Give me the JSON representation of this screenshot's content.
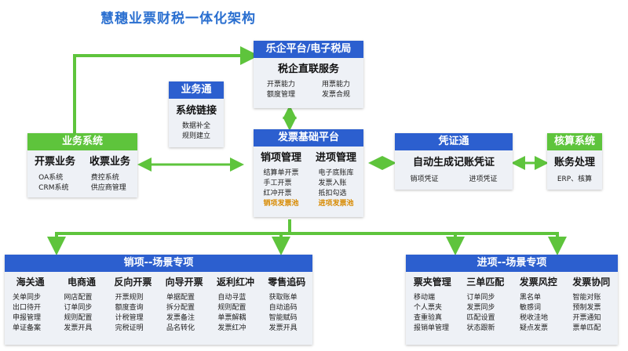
{
  "title": "慧穗业票财税一体化架构",
  "lqpt": {
    "header": "乐企平台/电子税局",
    "sub": "税企直联服务",
    "items_left": [
      "开票能力",
      "额度管理"
    ],
    "items_right": [
      "用票能力",
      "发票合规"
    ]
  },
  "ywt": {
    "header": "业务通",
    "sub": "系统链接",
    "items": [
      "数据补全",
      "规则建立"
    ]
  },
  "ywxt": {
    "header": "业务系统",
    "sub_left": "开票业务",
    "sub_right": "收票业务",
    "items_left": [
      "OA系统",
      "CRM系统"
    ],
    "items_right": [
      "费控系统",
      "供应商管理"
    ]
  },
  "fpjc": {
    "header": "发票基础平台",
    "sub_left": "销项管理",
    "sub_right": "进项管理",
    "items_left": [
      "结算单开票",
      "手工开票",
      "红冲开票"
    ],
    "items_right": [
      "电子底账库",
      "发票入账",
      "抵扣勾选"
    ],
    "pool_left": "销项发票池",
    "pool_right": "进项发票池"
  },
  "pzt": {
    "header": "凭证通",
    "sub": "自动生成记账凭证",
    "items_left": [
      "销项凭证"
    ],
    "items_right": [
      "进项凭证"
    ]
  },
  "hsxt": {
    "header": "核算系统",
    "sub": "账务处理",
    "items": [
      "ERP、核算"
    ]
  },
  "xiang": {
    "header": "销项--场景专项",
    "columns": [
      {
        "title": "海关通",
        "items": [
          "关单同步",
          "出口待开",
          "申报管理",
          "单证备案"
        ]
      },
      {
        "title": "电商通",
        "items": [
          "网店配置",
          "订单同步",
          "规则配置",
          "发票开具"
        ]
      },
      {
        "title": "反向开票",
        "items": [
          "开票规则",
          "额度查询",
          "计税管理",
          "完税证明"
        ]
      },
      {
        "title": "向导开票",
        "items": [
          "单据配置",
          "拆分配置",
          "发票备注",
          "品名转化"
        ]
      },
      {
        "title": "返利红冲",
        "items": [
          "自动寻蓝",
          "规则配置",
          "单票解耦",
          "发票红冲"
        ]
      },
      {
        "title": "零售追码",
        "items": [
          "获取账单",
          "自动追码",
          "智能赋码",
          "发票开具"
        ]
      }
    ]
  },
  "jinxiang": {
    "header": "进项--场景专项",
    "columns": [
      {
        "title": "票夹管理",
        "items": [
          "移动端",
          "个人票夹",
          "查重验真",
          "报销单管理"
        ]
      },
      {
        "title": "三单匹配",
        "items": [
          "订单同步",
          "发票同步",
          "匹配设置",
          "状态跟新"
        ]
      },
      {
        "title": "发票风控",
        "items": [
          "黑名单",
          "敏感词",
          "税收洼地",
          "疑点发票"
        ]
      },
      {
        "title": "发票协同",
        "items": [
          "智能对账",
          "预制发票",
          "开票通知",
          "票单匹配"
        ]
      }
    ]
  }
}
